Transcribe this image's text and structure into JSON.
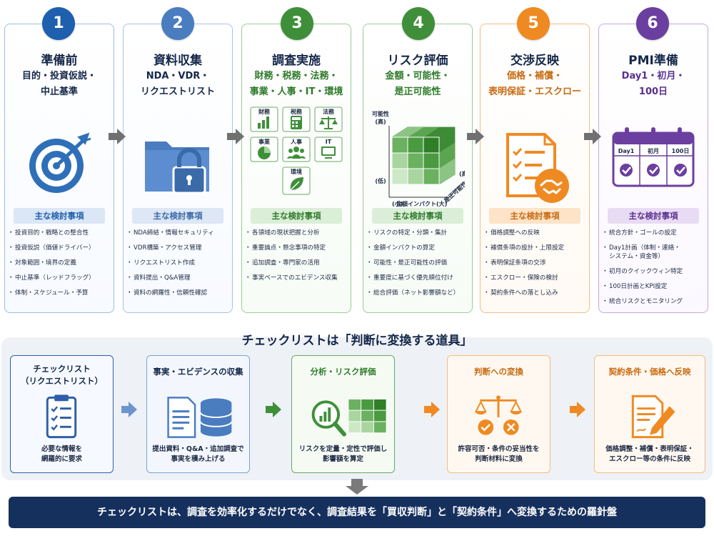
{
  "colors": {
    "navy": "#15284a",
    "step1": "#1e5fae",
    "step2": "#4a7cc0",
    "step3": "#3f8f3a",
    "step4": "#3f8f3a",
    "step5": "#ef8a22",
    "step6": "#6b3fa0",
    "banner": "#16305e"
  },
  "steps": [
    {
      "num": "1",
      "title": "準備前",
      "sub": [
        "目的・投資仮説・",
        "中止基準"
      ],
      "icon": "target-icon",
      "heading": "主な検討事項",
      "items": [
        "投資目的・戦略との整合性",
        "投資仮説（価値ドライバー）",
        "対象範囲・境界の定義",
        "中止基準（レッドフラッグ）",
        "体制・スケジュール・予算"
      ]
    },
    {
      "num": "2",
      "title": "資料収集",
      "sub": [
        "NDA・VDR・",
        "リクエストリスト"
      ],
      "icon": "locked-folder-icon",
      "heading": "主な検討事項",
      "items": [
        "NDA締結・情報セキュリティ",
        "VDR構築・アクセス管理",
        "リクエストリスト作成",
        "資料提出・Q&A管理",
        "資料の網羅性・信頼性確認"
      ]
    },
    {
      "num": "3",
      "title": "調査実施",
      "sub": [
        "財務・税務・法務・",
        "事業・人事・IT・環境"
      ],
      "icon": "domain-tiles-icon",
      "tiles": [
        "財務",
        "税務",
        "法務",
        "事業",
        "人事",
        "IT",
        "環境"
      ],
      "heading": "主な検討事項",
      "items": [
        "各領域の現状把握と分析",
        "重要論点・懸念事項の特定",
        "追加調査・専門家の活用",
        "事実ベースでのエビデンス収集"
      ]
    },
    {
      "num": "4",
      "title": "リスク評価",
      "sub": [
        "金額・可能性・",
        "是正可能性"
      ],
      "icon": "risk-cube-icon",
      "axes": {
        "y": "可能性",
        "y_high": "(高)",
        "y_low": "(低)",
        "x": "金額インパクト",
        "x_low": "(小)",
        "x_high": "(大)",
        "z": "是正可能性",
        "z_high": "(高)"
      },
      "heading": "主な検討事項",
      "items": [
        "リスクの特定・分類・集計",
        "金額インパクトの算定",
        "可能性・是正可能性の評価",
        "重要度に基づく優先順位付け",
        "総合評価（ネット影響額など）"
      ]
    },
    {
      "num": "5",
      "title": "交渉反映",
      "sub": [
        "価格・補償・",
        "表明保証・エスクロー"
      ],
      "icon": "contract-handshake-icon",
      "heading": "主な検討事項",
      "items": [
        "価格調整への反映",
        "補償条項の設計・上限設定",
        "表明保証条項の交渉",
        "エスクロー・保険の検討",
        "契約条件への落とし込み"
      ]
    },
    {
      "num": "6",
      "title": "PMI準備",
      "sub": [
        "Day1・初月・",
        "100日"
      ],
      "icon": "calendar-icon",
      "calendar": [
        "Day1",
        "初月",
        "100日"
      ],
      "heading": "主な検討事項",
      "items": [
        "統合方針・ゴールの設定",
        "Day1計画（体制・連絡・\nシステム・資金等）",
        "初月のクイックウィン特定",
        "100日計画とKPI設定",
        "統合リスクとモニタリング"
      ]
    }
  ],
  "middle_title": "チェックリストは「判断に変換する道具」",
  "flow": [
    {
      "title": "チェックリスト\n（リクエストリスト）",
      "icon": "checklist-clipboard-icon",
      "desc": "必要な情報を\n網羅的に要求"
    },
    {
      "title": "事実・エビデンスの収集",
      "icon": "document-database-icon",
      "desc": "提出資料・Q&A・追加調査で\n事実を積み上げる"
    },
    {
      "title": "分析・リスク評価",
      "icon": "analysis-magnifier-icon",
      "desc": "リスクを定量・定性で評価し\n影響額を算定"
    },
    {
      "title": "判断への変換",
      "icon": "balance-scale-icon",
      "desc": "許容可否・条件の妥当性を\n判断材料に変換"
    },
    {
      "title": "契約条件・価格へ反映",
      "icon": "contract-pen-icon",
      "desc": "価格調整・補償・表明保証・\nエスクロー等の条件に反映"
    }
  ],
  "banner": "チェックリストは、調査を効率化するだけでなく、調査結果を「買収判断」と「契約条件」へ変換するための羅針盤"
}
